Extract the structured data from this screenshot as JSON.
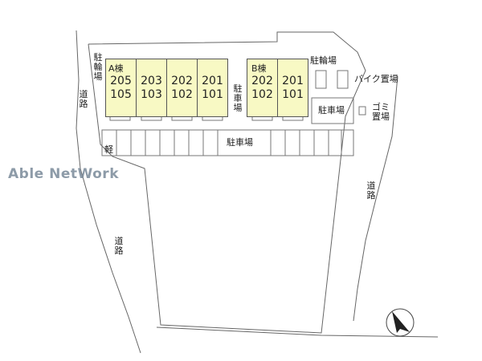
{
  "watermark": "Able NetWork",
  "roads": {
    "left_top": "道路",
    "left_bottom": "道路",
    "right": "道路"
  },
  "building_a": {
    "label": "A棟",
    "units": [
      {
        "upper": "205",
        "lower": "105"
      },
      {
        "upper": "203",
        "lower": "103"
      },
      {
        "upper": "202",
        "lower": "102"
      },
      {
        "upper": "201",
        "lower": "101"
      }
    ]
  },
  "building_b": {
    "label": "B棟",
    "units": [
      {
        "upper": "202",
        "lower": "102"
      },
      {
        "upper": "201",
        "lower": "101"
      }
    ]
  },
  "bicycle_parking": "駐輪場",
  "bike_parking": "バイク置場",
  "parking_small": "駐車場",
  "parking_between": "駐車場",
  "garbage": "ゴミ置場",
  "parking_main": "駐車場",
  "kei_space": "軽",
  "colors": {
    "building_fill": "#f8f9c4",
    "lines": "#555555",
    "watermark": "#7a8a9a"
  },
  "compass": "north-arrow-icon"
}
